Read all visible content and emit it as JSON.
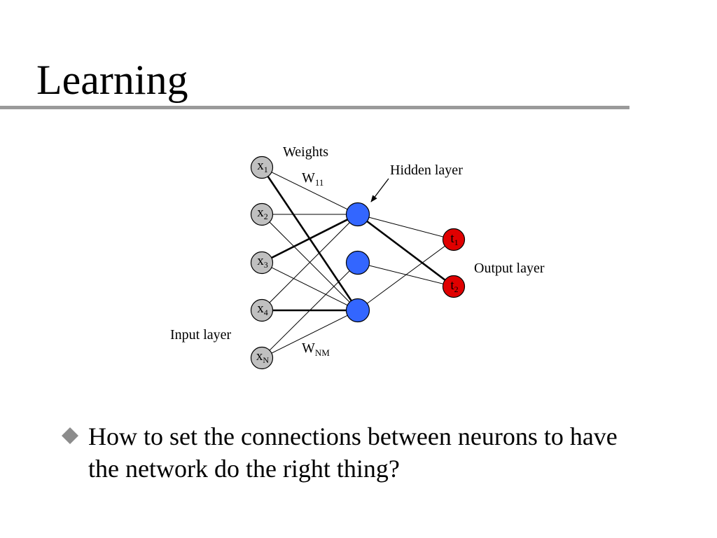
{
  "slide": {
    "title": "Learning",
    "bullet": "How to set the connections between neurons to have the network do the right thing?"
  },
  "diagram": {
    "weights_label": "Weights",
    "w11": {
      "base": "W",
      "sub": "11"
    },
    "wnm": {
      "base": "W",
      "sub": "NM"
    },
    "hidden_layer_label": "Hidden layer",
    "output_layer_label": "Output layer",
    "input_layer_label": "Input layer",
    "inputs": [
      {
        "base": "x",
        "sub": "1"
      },
      {
        "base": "x",
        "sub": "2"
      },
      {
        "base": "x",
        "sub": "3"
      },
      {
        "base": "x",
        "sub": "4"
      },
      {
        "base": "x",
        "sub": "N"
      }
    ],
    "outputs": [
      {
        "base": "t",
        "sub": "1"
      },
      {
        "base": "t",
        "sub": "2"
      }
    ],
    "colors": {
      "input_node": "#c0c0c0",
      "hidden_node": "#3366ff",
      "output_node": "#e00000",
      "rule": "#9a9a9a"
    }
  }
}
